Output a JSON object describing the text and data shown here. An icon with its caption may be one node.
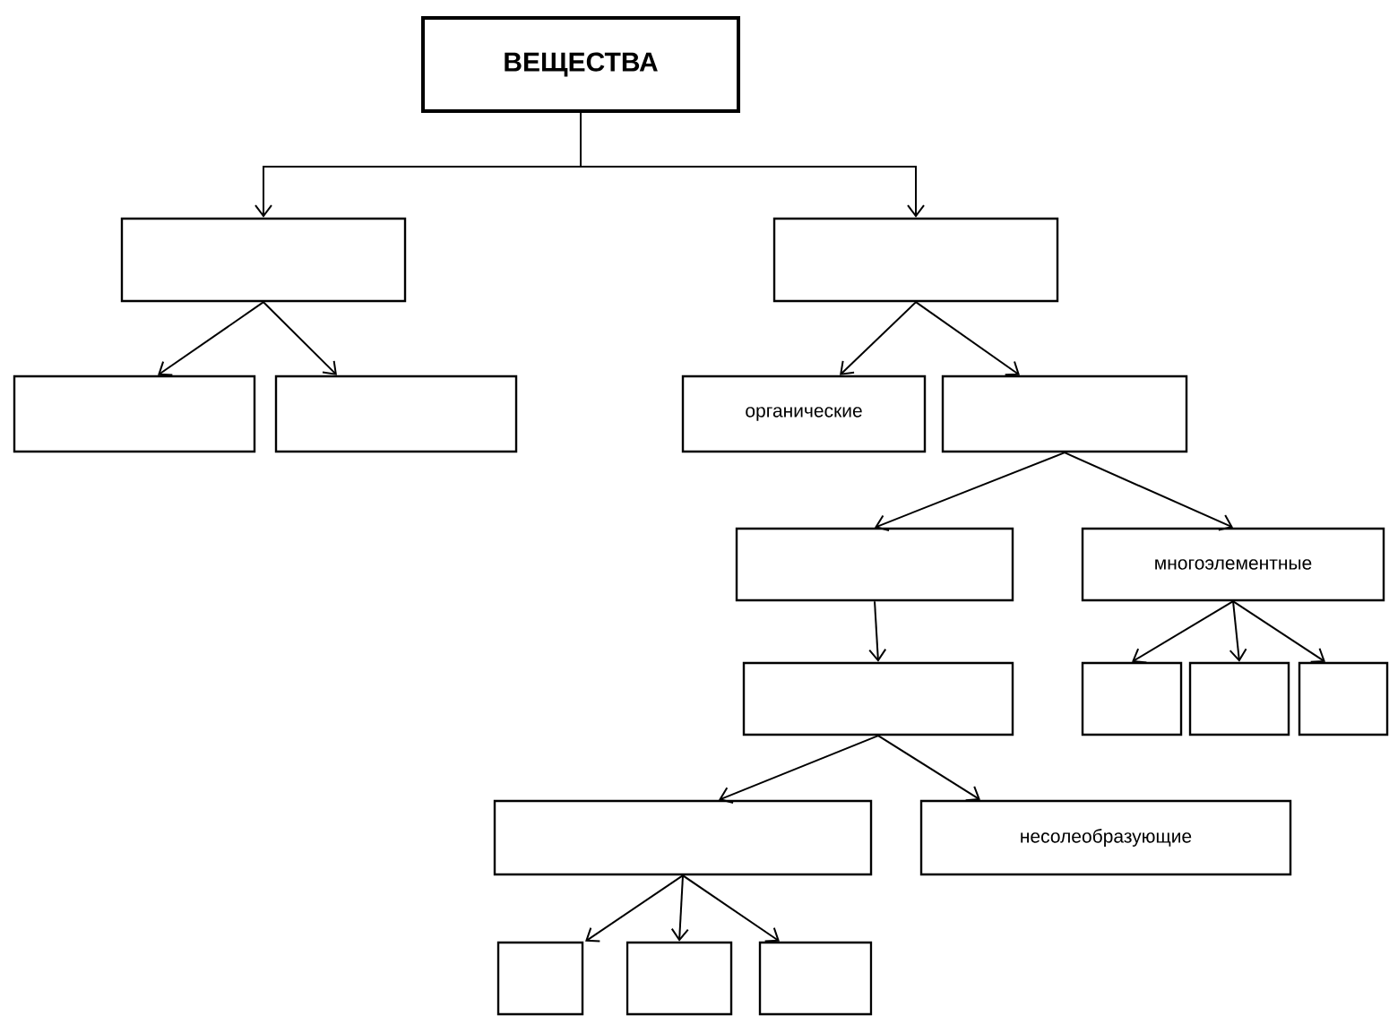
{
  "diagram": {
    "nodes": [
      {
        "text": [
          "ВЕЩЕСТВА"
        ]
      },
      {
        "text": [],
        "shape": "box"
      },
      {
        "text": [],
        "shape": "box"
      },
      {
        "text": [],
        "shape": "box"
      },
      {
        "text": [],
        "shape": "box"
      },
      {
        "text": [
          "органические"
        ]
      },
      {
        "text": [],
        "shape": "box"
      },
      {
        "text": [],
        "shape": "box"
      },
      {
        "text": [
          "многоэлементные"
        ]
      },
      {
        "text": [],
        "shape": "box"
      },
      {
        "text": [],
        "shape": "box"
      },
      {
        "text": [],
        "shape": "box"
      },
      {
        "text": [],
        "shape": "box"
      },
      {
        "text": [],
        "shape": "box"
      },
      {
        "text": [
          "несолеобразующие"
        ]
      },
      {
        "text": [],
        "shape": "box"
      },
      {
        "text": [],
        "shape": "box"
      },
      {
        "text": [],
        "shape": "box"
      }
    ],
    "edges": [
      {
        "from": 0,
        "to": 1,
        "arrow": "to"
      },
      {
        "from": 0,
        "to": 2,
        "arrow": "to"
      },
      {
        "from": 1,
        "to": 3,
        "arrow": "to"
      },
      {
        "from": 1,
        "to": 4,
        "arrow": "to"
      },
      {
        "from": 2,
        "to": 5,
        "arrow": "to"
      },
      {
        "from": 2,
        "to": 6,
        "arrow": "to"
      },
      {
        "from": 6,
        "to": 7,
        "arrow": "to"
      },
      {
        "from": 6,
        "to": 8,
        "arrow": "to"
      },
      {
        "from": 7,
        "to": 9,
        "arrow": "to"
      },
      {
        "from": 8,
        "to": 10,
        "arrow": "to"
      },
      {
        "from": 8,
        "to": 11,
        "arrow": "to"
      },
      {
        "from": 8,
        "to": 12,
        "arrow": "to"
      },
      {
        "from": 9,
        "to": 13,
        "arrow": "to"
      },
      {
        "from": 9,
        "to": 14,
        "arrow": "to"
      },
      {
        "from": 13,
        "to": 15,
        "arrow": "to"
      },
      {
        "from": 13,
        "to": 16,
        "arrow": "to"
      },
      {
        "from": 13,
        "to": 17,
        "arrow": "to"
      }
    ]
  }
}
